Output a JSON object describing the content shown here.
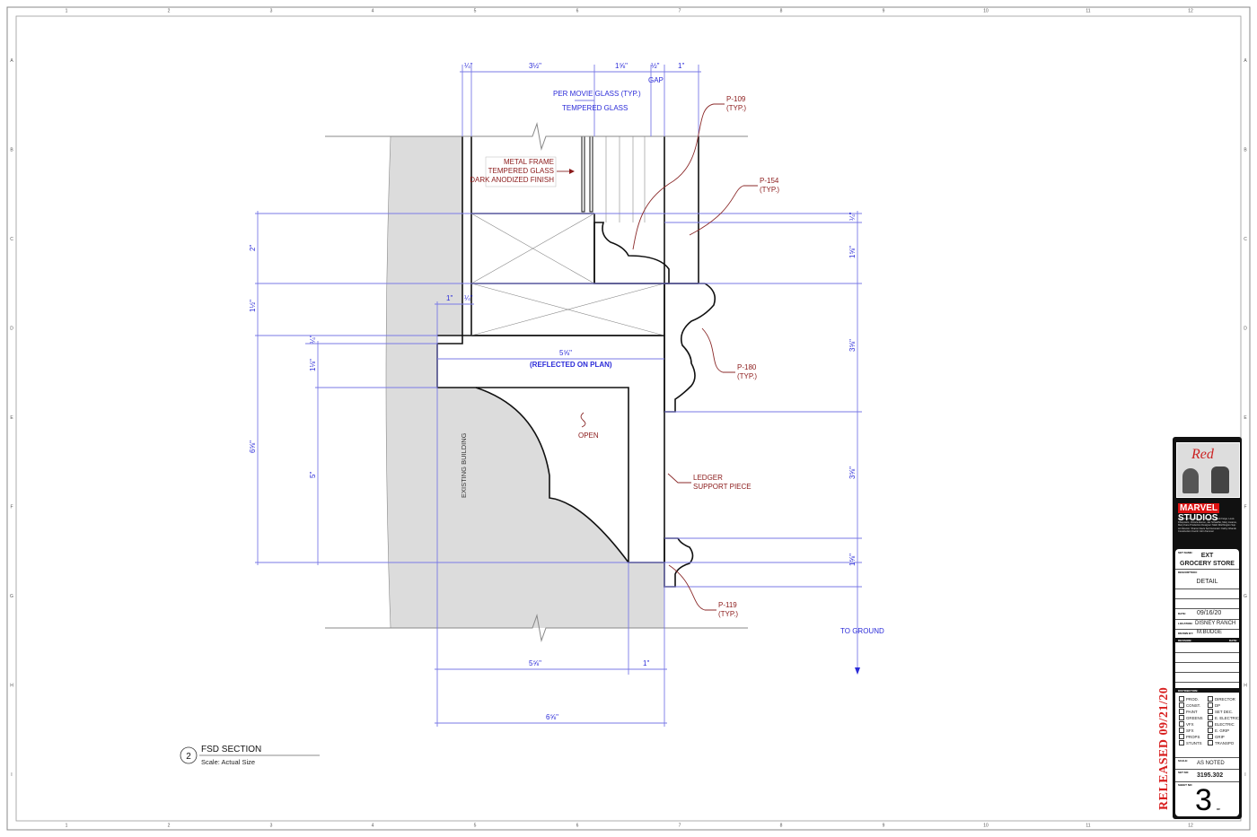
{
  "sheet": {
    "column_labels": [
      "1",
      "2",
      "3",
      "4",
      "5",
      "6",
      "7",
      "8",
      "9",
      "10",
      "11",
      "12"
    ],
    "row_labels": [
      "A",
      "B",
      "C",
      "D",
      "E",
      "F",
      "G",
      "H",
      "I"
    ]
  },
  "drawing": {
    "title": "FSD SECTION",
    "number": "2",
    "scale": "Scale: Actual Size",
    "dims_top": [
      "¼\"",
      "3½\"",
      "1⅝\"",
      "½\"",
      "1\""
    ],
    "dims_left": [
      "2\"",
      "1½\"",
      "6⅝\"",
      "¼\"",
      "1⅛\"",
      "5\""
    ],
    "dims_right": [
      "¼\"",
      "1⅝\"",
      "3⅝\"",
      "3⅝\"",
      "1⅝\""
    ],
    "dims_bottom": [
      "5⅝\"",
      "1\"",
      "6⅝\""
    ],
    "dims_small": [
      "1\"",
      "¼\""
    ],
    "dim_mid": "5⅝\"",
    "notes_blue": {
      "gap": "GAP",
      "per_movie_glass": "PER MOVIE GLASS (TYP.)",
      "tempered_glass": "TEMPERED GLASS",
      "reflected_on_plan": "(REFLECTED ON PLAN)",
      "to_ground": "TO GROUND"
    },
    "notes_red": {
      "metal_frame": [
        "METAL FRAME",
        "TEMPERED GLASS",
        "DARK ANODIZED FINISH"
      ],
      "p109": [
        "P-109",
        "(TYP.)"
      ],
      "p154": [
        "P-154",
        "(TYP.)"
      ],
      "p180": [
        "P-180",
        "(TYP.)"
      ],
      "p119": [
        "P-119",
        "(TYP.)"
      ],
      "ledger": [
        "LEDGER",
        "SUPPORT PIECE"
      ],
      "open": "OPEN"
    },
    "existing_building": "EXISTING BUILDING"
  },
  "title_block": {
    "show_logo": "Red",
    "studio": [
      "MARVEL",
      "STUDIOS"
    ],
    "credits": "Director: Matt Shakman  Producers: Kevin Feige, Louis D'Esposito, Victoria Alonso, Jac Schaeffer, Mary Livanos, Mary Kane  Production Designer: Mark Worthington  Sup. Art Director: Sharon Davis  Set Decorator: Kathy Orlando  Construction Coord: John Kemmer",
    "set_name_label": "SET NAME:",
    "set_name": [
      "EXT",
      "GROCERY STORE"
    ],
    "description_label": "DESCRIPTION:",
    "description": "DETAIL",
    "date_label": "DATE:",
    "date": "09/16/20",
    "location_label": "LOCATION:",
    "location": "DISNEY RANCH",
    "drawn_by_label": "DRAWN BY:",
    "drawn_by": "M.BUDGE",
    "revision_label": "REVISION:",
    "rev_date_label": "DATE:",
    "distribution_label": "DISTRIBUTION:",
    "distribution_left": [
      "PROD.",
      "CONST.",
      "PAINT",
      "GREENS",
      "VFX",
      "SFX",
      "PROPS",
      "STUNTS"
    ],
    "distribution_right": [
      "DIRECTOR",
      "DP",
      "SET DEC.",
      "E. ELECTRIC",
      "ELECTRIC",
      "E. GRIP",
      "GRIP",
      "TRANSPO"
    ],
    "scale_label": "SCALE:",
    "scale": "AS NOTED",
    "set_no_label": "SET NO:",
    "set_no": "3195.302",
    "sheet_no_label": "SHEET NO:",
    "sheet_no": "3",
    "of_label": "OF"
  },
  "released_stamp": "RELEASED  09/21/20",
  "colors": {
    "dimension": "#2b2bd8",
    "annotation": "#8b1a1a",
    "building": "#dcdcdc",
    "stamp": "#d81f1f"
  }
}
